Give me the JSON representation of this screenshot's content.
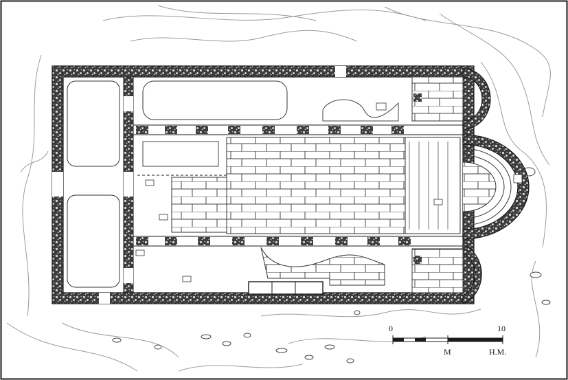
{
  "plan": {
    "colors": {
      "ink": "#1a1a1a",
      "wall_fill": "#5a5a5a",
      "paper": "#ffffff",
      "faint": "#8a8a8a"
    },
    "scale_bar": {
      "start_label": "0",
      "end_label": "10",
      "unit_label": "M",
      "author_label": "H.M."
    }
  }
}
